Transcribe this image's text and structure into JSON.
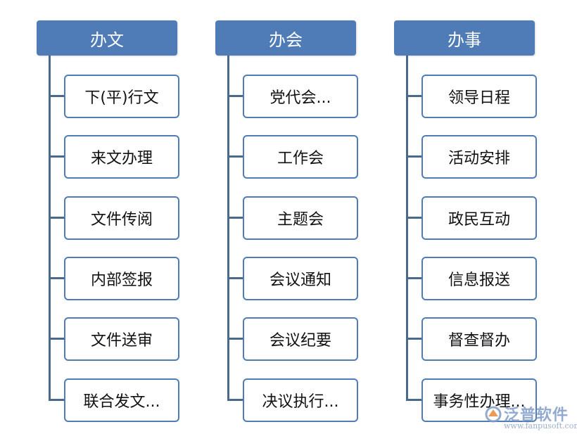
{
  "columns": [
    {
      "title": "办文",
      "items": [
        "下(平)行文",
        "来文办理",
        "文件传阅",
        "内部签报",
        "文件送审",
        "联合发文..."
      ]
    },
    {
      "title": "办会",
      "items": [
        "党代会...",
        "工作会",
        "主题会",
        "会议通知",
        "会议纪要",
        "决议执行..."
      ]
    },
    {
      "title": "办事",
      "items": [
        "领导日程",
        "活动安排",
        "政民互动",
        "信息报送",
        "督查督办",
        "事务性办理..."
      ]
    }
  ],
  "watermark": {
    "name": "泛普软件",
    "url": "www.fanpusoft.com"
  },
  "colors": {
    "header_fill": "#4f7cb7",
    "box_border": "#4f7cb7",
    "connector": "#4a6a8c"
  }
}
